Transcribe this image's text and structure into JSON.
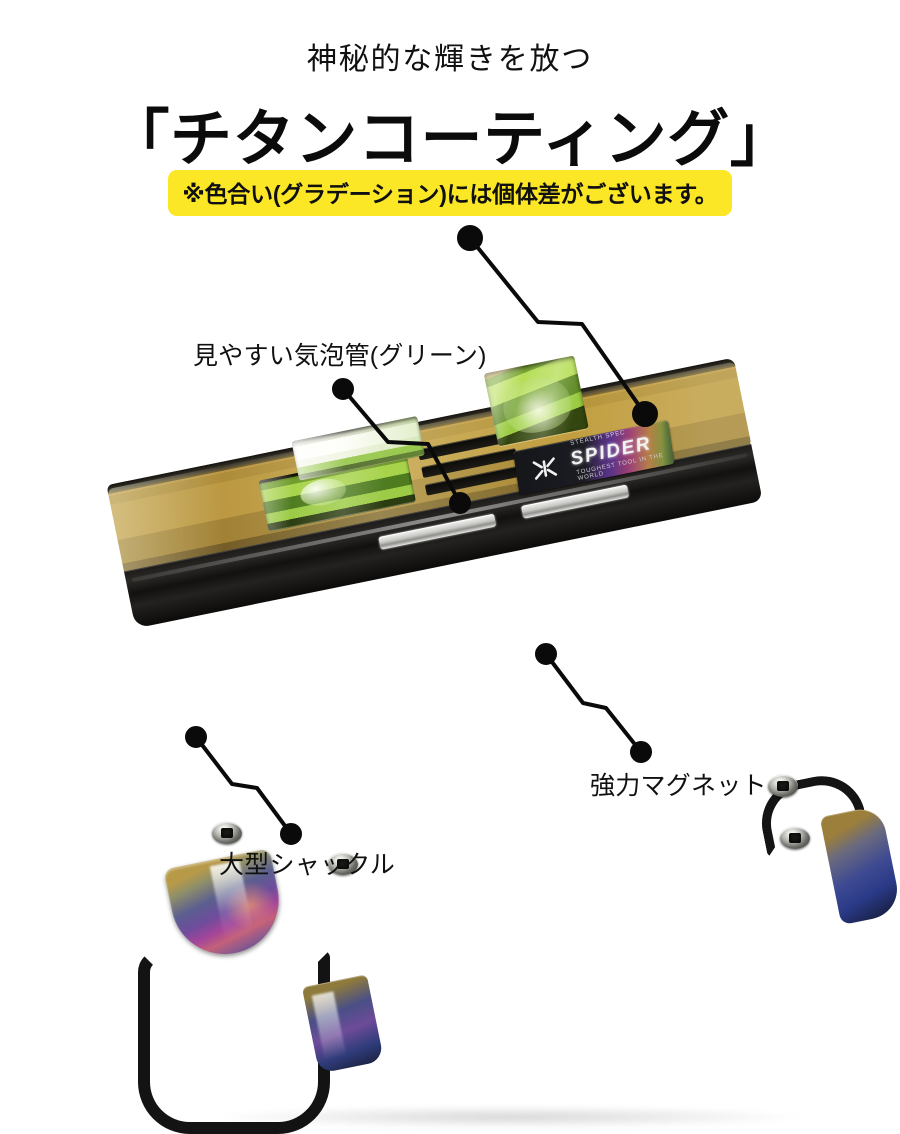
{
  "header": {
    "kicker": "神秘的な輝きを放つ",
    "headline": "「チタンコーティング」",
    "note": "※色合い(グラデーション)には個体差がございます。",
    "note_bg": "#fbe725"
  },
  "callouts": [
    {
      "id": "coating",
      "label": "",
      "dot": "top-right-of-body"
    },
    {
      "id": "vial",
      "label": "見やすい気泡管(グリーン)",
      "dot": "horizontal-vial"
    },
    {
      "id": "magnet",
      "label": "強力マグネット",
      "dot": "magnet-strip"
    },
    {
      "id": "shackle",
      "label": "大型シャックル",
      "dot": "shackle-loop"
    }
  ],
  "product": {
    "name": "titanium-coated-torpedo-level",
    "brand_label": {
      "brand": "SPIDER",
      "tagline_top": "STEALTH SPEC",
      "tagline_bottom": "TOUGHEST TOOL IN THE WORLD",
      "mark": "spider-mark"
    },
    "colors": {
      "gold_body": "#b79238",
      "black_side": "#1b1a18",
      "vial_green": "#a7d34b",
      "iridescent_purple": "#8a4b9c",
      "iridescent_blue": "#3e4a92",
      "magnet_silver": "#e9e9e6"
    },
    "parts": [
      {
        "name": "bubble-vial-horizontal",
        "color": "green"
      },
      {
        "name": "bubble-vial-vertical",
        "color": "green"
      },
      {
        "name": "bubble-vial-long-left",
        "color": "green"
      },
      {
        "name": "magnet-strip-1",
        "color": "silver"
      },
      {
        "name": "magnet-strip-2",
        "color": "silver"
      },
      {
        "name": "shackle-large",
        "color": "black"
      },
      {
        "name": "shackle-small",
        "color": "black"
      },
      {
        "name": "hex-screw",
        "color": "silver"
      }
    ]
  }
}
